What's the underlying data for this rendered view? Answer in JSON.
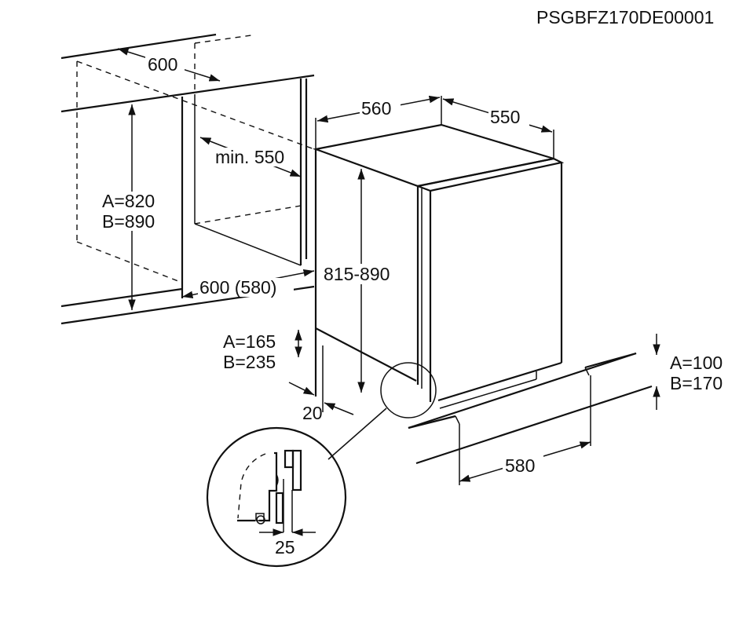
{
  "code": "PSGBFZ170DE00001",
  "dims": {
    "niche_width": "600",
    "niche_depth": "min. 550",
    "niche_height_a": "A=820",
    "niche_height_b": "B=890",
    "niche_bottom_width": "600 (580)",
    "appliance_width": "560",
    "appliance_depth": "550",
    "appliance_height": "815-890",
    "plinth_height_a": "A=165",
    "plinth_height_b": "B=235",
    "side_gap": "20",
    "plinth_depth_a": "A=100",
    "plinth_depth_b": "B=170",
    "plinth_width": "580",
    "detail_gap": "25"
  }
}
